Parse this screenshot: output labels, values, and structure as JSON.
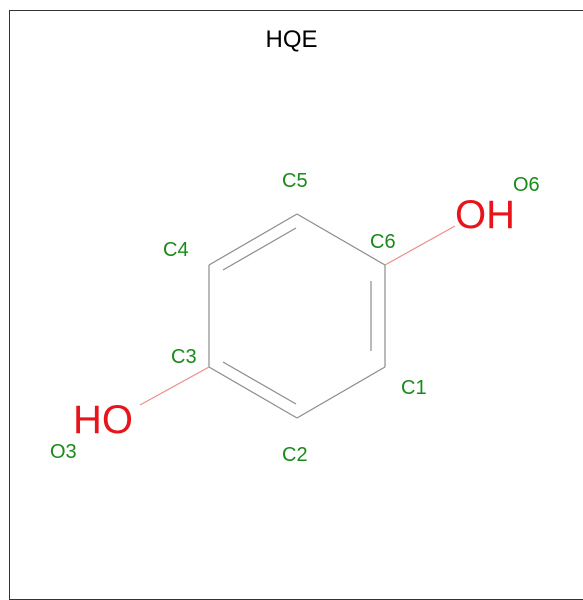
{
  "title": "HQE",
  "colors": {
    "bond": "#8c8c8c",
    "oxygen_bond": "#ef8d8d",
    "atom_label": "#1a8a1a",
    "heteroatom": "#e8141b"
  },
  "atom_labels": {
    "c1": "C1",
    "c2": "C2",
    "c3": "C3",
    "c4": "C4",
    "c5": "C5",
    "c6": "C6",
    "o3": "O3",
    "o6": "O6"
  },
  "groups": {
    "oh_left": "HO",
    "oh_right": "OH"
  }
}
